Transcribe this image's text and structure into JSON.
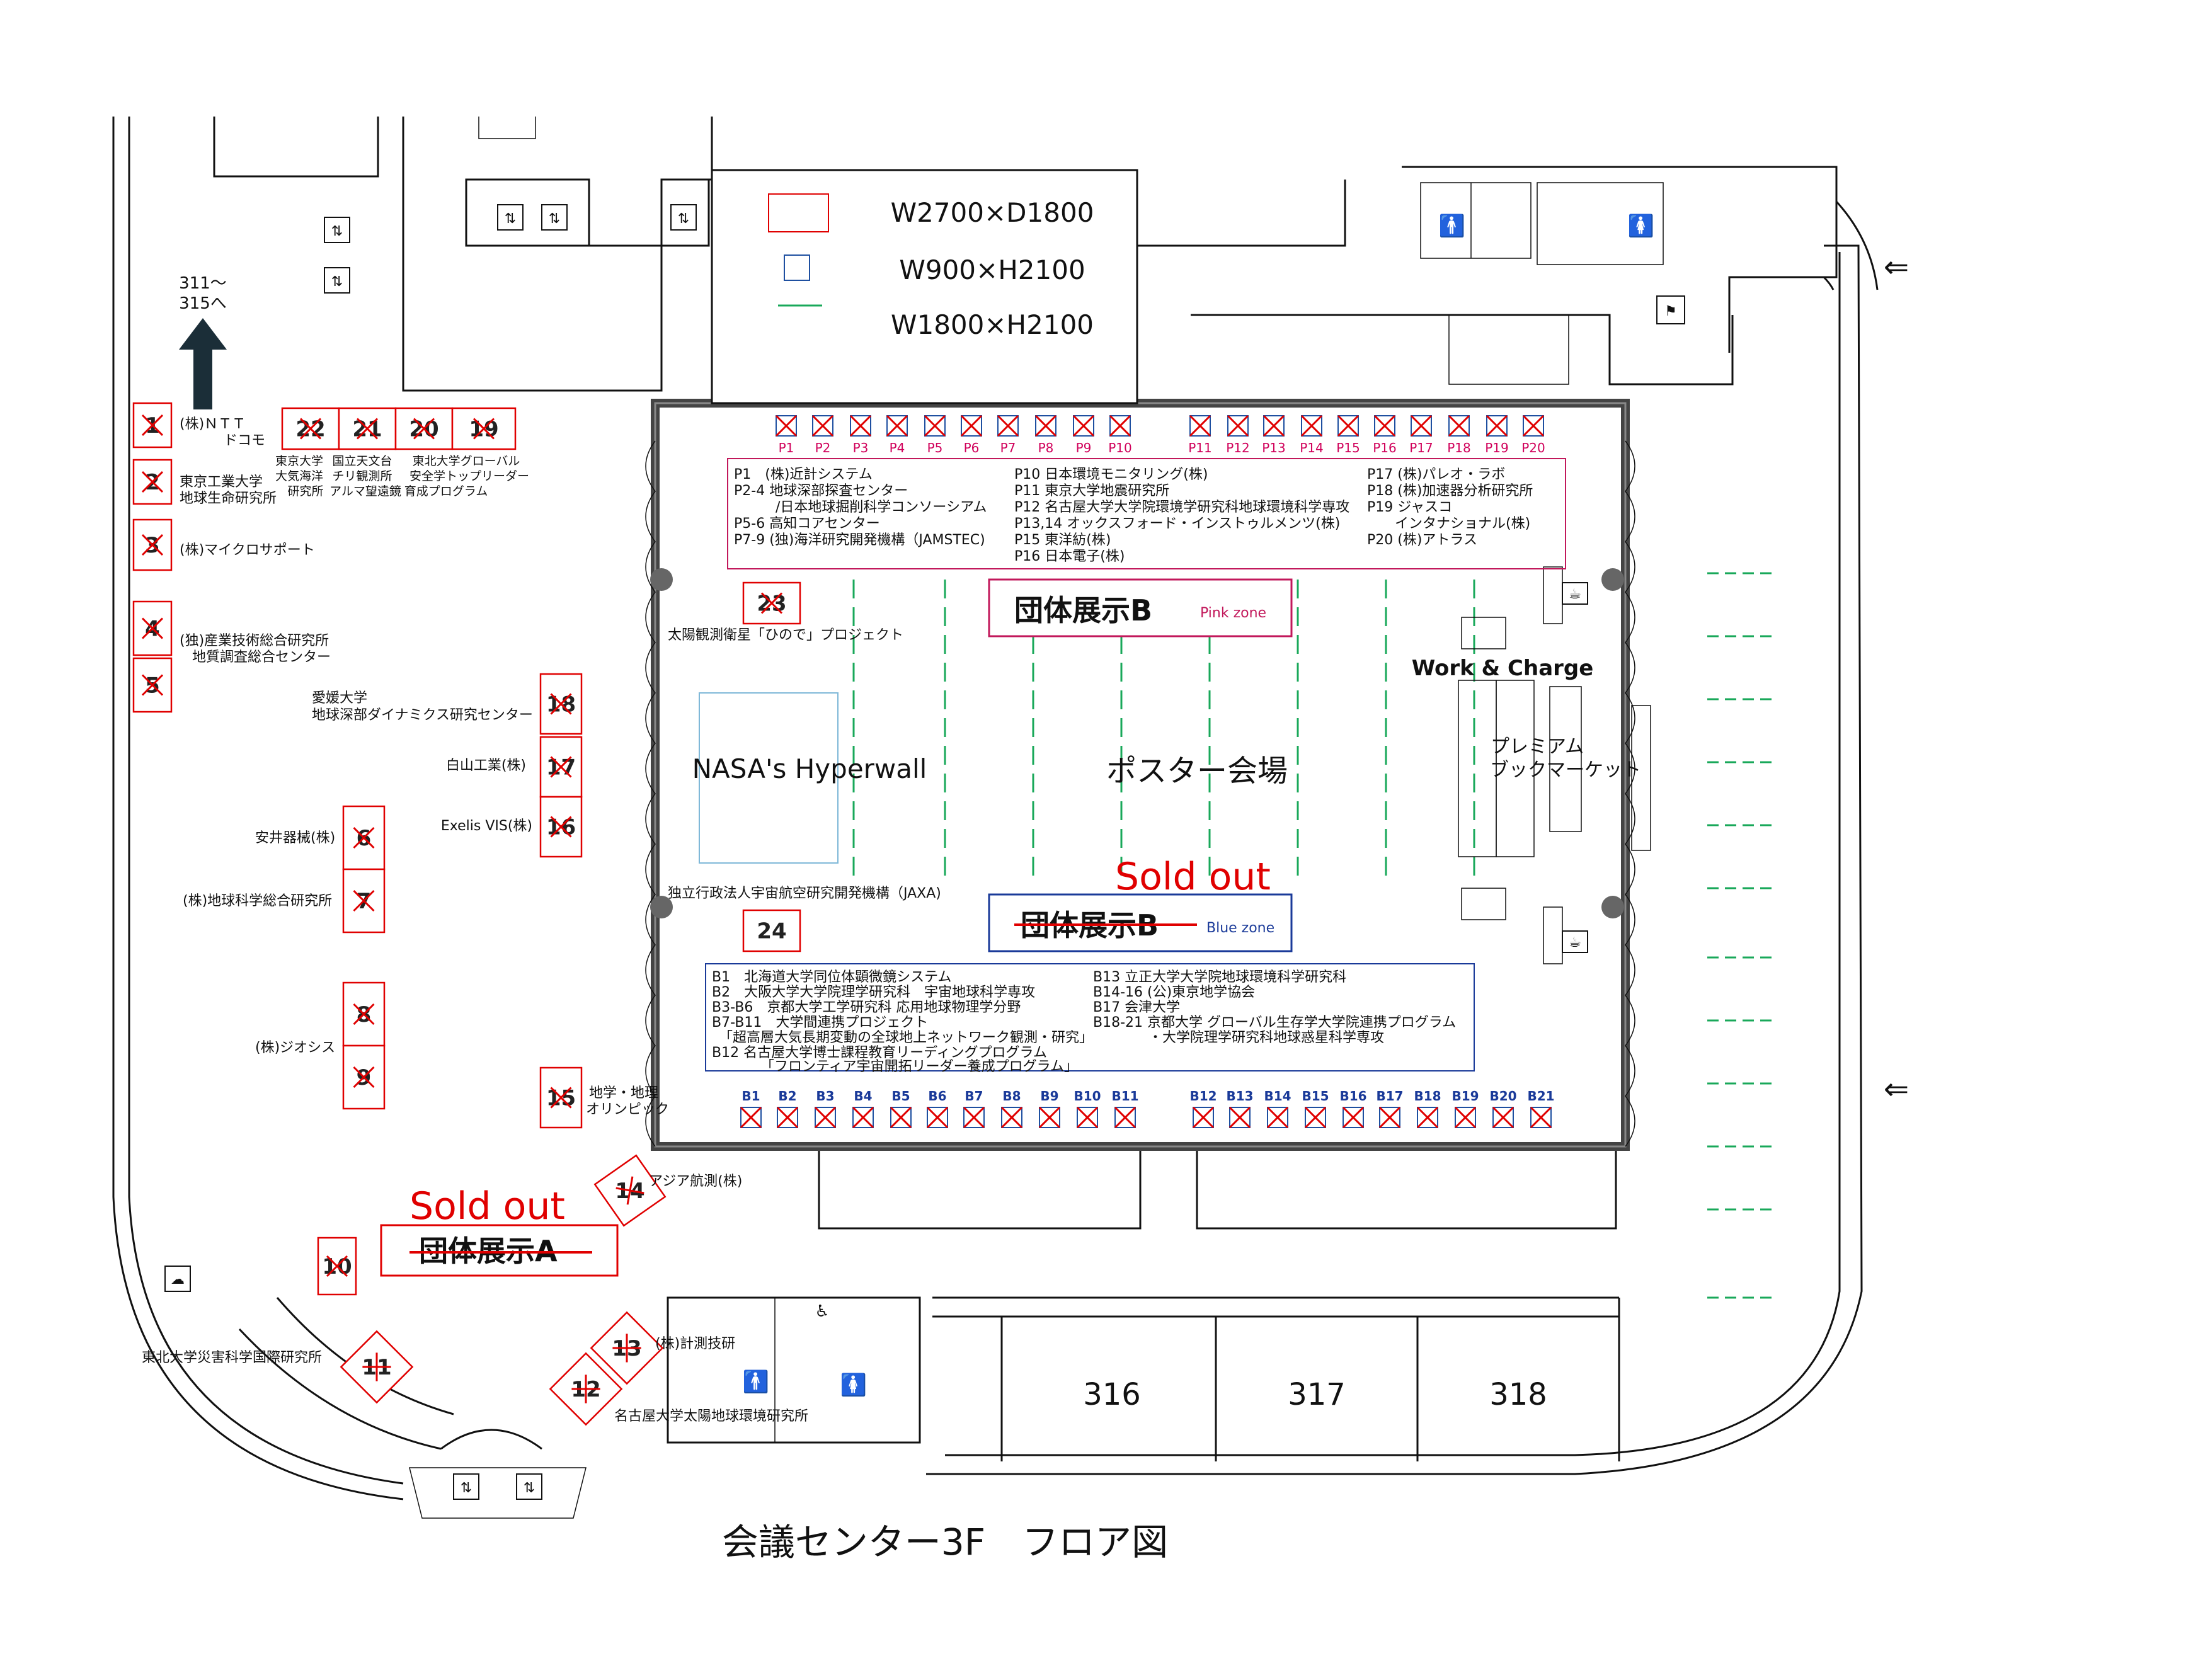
{
  "page_title": "会議センター3F　フロア図",
  "legend": {
    "booth_size": "W2700×D1800",
    "panel_size": "W900×H2100",
    "wide_panel_size": "W1800×H2100"
  },
  "arrow_label": "311～\n315へ",
  "arrow_label_line1": "311～",
  "arrow_label_line2": "315へ",
  "zones": {
    "pink": {
      "title": "団体展示B",
      "subtitle": "Pink zone",
      "color": "#c2185b"
    },
    "blue": {
      "title": "団体展示B",
      "subtitle": "Blue zone",
      "color": "#1a3a99",
      "status": "Sold out"
    },
    "a": {
      "title": "団体展示A",
      "status": "Sold out"
    }
  },
  "hall": {
    "poster_label": "ポスター会場",
    "hyperwall_label": "NASA's Hyperwall",
    "work_charge": "Work & Charge",
    "book_market_line1": "プレミアム",
    "book_market_line2": "ブックマーケット"
  },
  "rooms": [
    "316",
    "317",
    "318"
  ],
  "pink_list_col1": [
    "P1　(株)近計システム",
    "P2-4 地球深部探査センター",
    "　　　/日本地球掘削科学コンソーシアム",
    "P5-6 高知コアセンター",
    "P7-9 (独)海洋研究開発機構（JAMSTEC)"
  ],
  "pink_list_col2": [
    "P10 日本環境モニタリング(株)",
    "P11 東京大学地震研究所",
    "P12 名古屋大学大学院環境学研究科地球環境科学専攻",
    "P13,14 オックスフォード・インストゥルメンツ(株)",
    "P15 東洋紡(株)",
    "P16 日本電子(株)"
  ],
  "pink_list_col3": [
    "P17 (株)パレオ・ラボ",
    "P18 (株)加速器分析研究所",
    "P19 ジャスコ",
    "　　インタナショナル(株)",
    "P20 (株)アトラス"
  ],
  "blue_list_col1": [
    "B1　北海道大学同位体顕微鏡システム",
    "B2　大阪大学大学院理学研究科　宇宙地球科学専攻",
    "B3-B6　京都大学工学研究科 応用地球物理学分野",
    "B7-B11　大学間連携プロジェクト",
    "　「超高層大気長期変動の全球地上ネットワーク観測・研究」",
    "B12 名古屋大学博士課程教育リーディングプログラム",
    "　　　　「フロンティア宇宙開拓リーダー養成プログラム」"
  ],
  "blue_list_col2": [
    "B13 立正大学大学院地球環境科学研究科",
    "B14-16 (公)東京地学協会",
    "B17 会津大学",
    "B18-21 京都大学 グローバル生存学大学院連携プログラム",
    "　　　　・大学院理学研究科地球惑星科学専攻"
  ],
  "p_codes_left": [
    "P1",
    "P2",
    "P3",
    "P4",
    "P5",
    "P6",
    "P7",
    "P8",
    "P9",
    "P10"
  ],
  "p_codes_right": [
    "P11",
    "P12",
    "P13",
    "P14",
    "P15",
    "P16",
    "P17",
    "P18",
    "P19",
    "P20"
  ],
  "b_codes_left": [
    "B1",
    "B2",
    "B3",
    "B4",
    "B5",
    "B6",
    "B7",
    "B8",
    "B9",
    "B10",
    "B11"
  ],
  "b_codes_right": [
    "B12",
    "B13",
    "B14",
    "B15",
    "B16",
    "B17",
    "B18",
    "B19",
    "B20",
    "B21"
  ],
  "booths": {
    "b1": "1",
    "b2": "2",
    "b3": "3",
    "b4": "4",
    "b5": "5",
    "b6": "6",
    "b7": "7",
    "b8": "8",
    "b9": "9",
    "b10": "10",
    "b11": "11",
    "b12": "12",
    "b13": "13",
    "b14": "14",
    "b15": "15",
    "b16": "16",
    "b17": "17",
    "b18": "18",
    "b19": "19",
    "b20": "20",
    "b21": "21",
    "b22": "22",
    "b23": "23",
    "b24": "24"
  },
  "exhibitors": {
    "e1": "(株)ＮＴＴ\nドコモ",
    "e1_l1": "(株)ＮＴＴ",
    "e1_l2": "ドコモ",
    "e2_l1": "東京工業大学",
    "e2_l2": "地球生命研究所",
    "e3": "(株)マイクロサポート",
    "e4_l1": "(独)産業技術総合研究所",
    "e4_l2": "地質調査総合センター",
    "e22_l1": "東京大学",
    "e22_l2": "大気海洋",
    "e22_l3": "研究所",
    "e21_l1": "国立天文台",
    "e21_l2": "チリ観測所",
    "e21_l3": "アルマ望遠鏡",
    "e19_l1": "東北大学グローバル",
    "e19_l2": "安全学トップリーダー",
    "e19_l3": "育成プログラム",
    "e18_l1": "愛媛大学",
    "e18_l2": "地球深部ダイナミクス研究センター",
    "e17": "白山工業(株)",
    "e16": "Exelis VIS(株)",
    "e6": "安井器械(株)",
    "e7": "(株)地球科学総合研究所",
    "e8": "(株)ジオシス",
    "e15_l1": "地学・地理",
    "e15_l2": "オリンピック",
    "e14": "アジア航測(株)",
    "e23": "太陽観測衛星「ひので」プロジェクト",
    "e24": "独立行政法人宇宙航空研究開発機構（JAXA)",
    "e13": "(株)計測技研",
    "e12": "名古屋大学太陽地球環境研究所",
    "e11": "東北大学災害科学国際研究所"
  }
}
